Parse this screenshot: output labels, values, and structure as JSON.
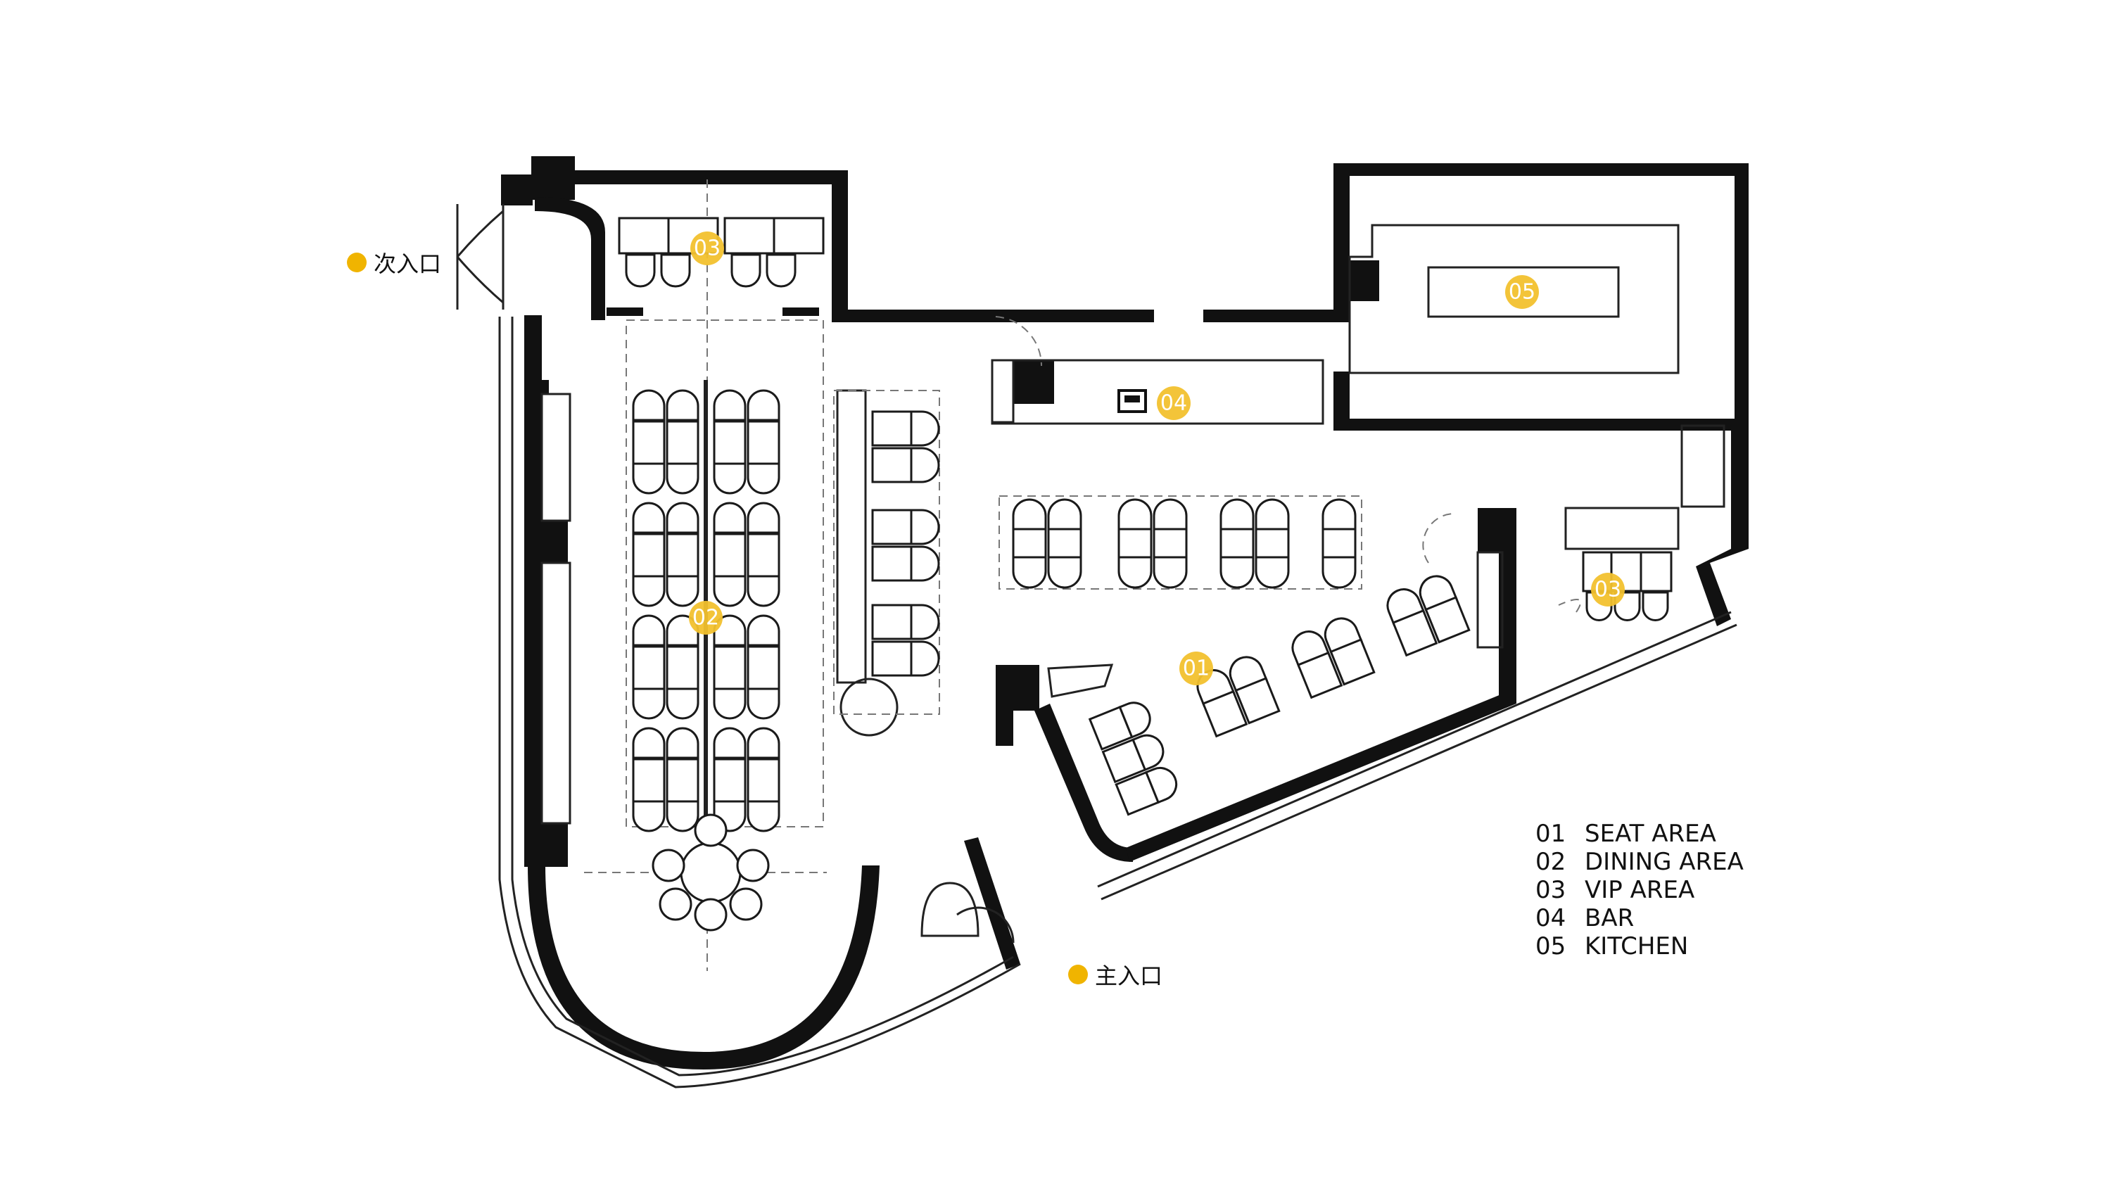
{
  "markers": [
    {
      "id": "vip-top",
      "label": "03"
    },
    {
      "id": "dining",
      "label": "02"
    },
    {
      "id": "bar",
      "label": "04"
    },
    {
      "id": "kitchen",
      "label": "05"
    },
    {
      "id": "seat",
      "label": "01"
    },
    {
      "id": "vip-right",
      "label": "03"
    }
  ],
  "entrances": {
    "secondary": "次入口",
    "main": "主入口"
  },
  "legend": [
    {
      "num": "01",
      "name": "SEAT AREA"
    },
    {
      "num": "02",
      "name": "DINING AREA"
    },
    {
      "num": "03",
      "name": "VIP AREA"
    },
    {
      "num": "04",
      "name": "BAR"
    },
    {
      "num": "05",
      "name": "KITCHEN"
    }
  ],
  "colors": {
    "accent": "#f2c12e",
    "wall": "#111111"
  }
}
